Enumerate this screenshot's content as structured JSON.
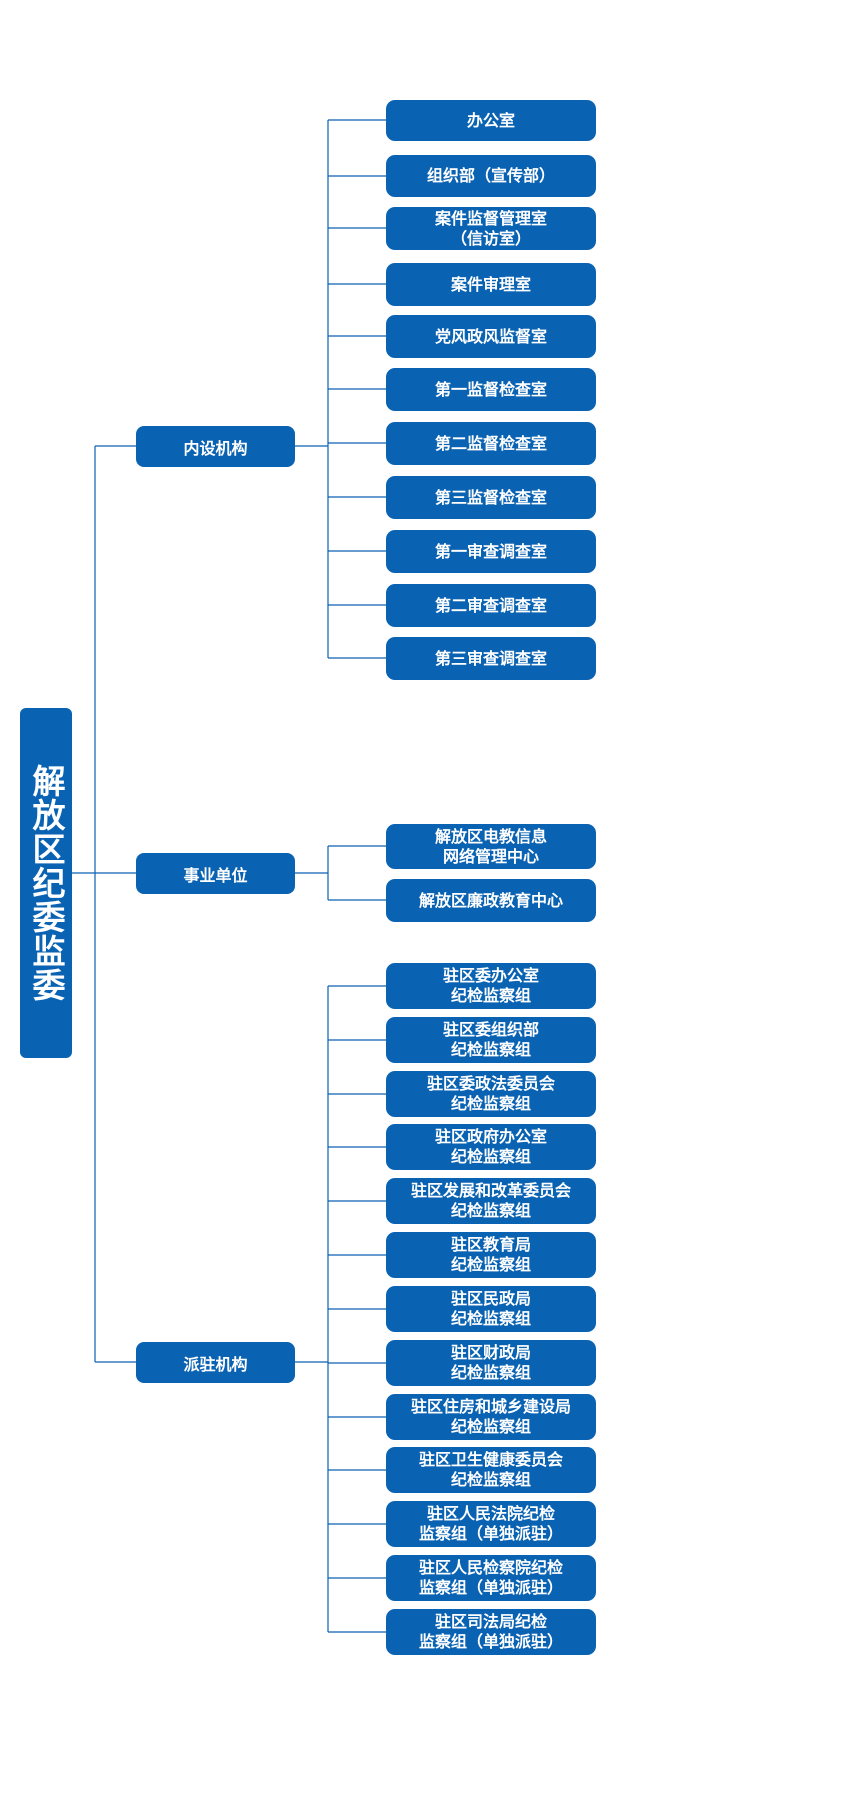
{
  "root": {
    "label": "解放区纪委监委"
  },
  "groups": [
    {
      "label": "内设机构",
      "children": [
        "办公室",
        "组织部（宣传部）",
        "案件监督管理室\n（信访室）",
        "案件审理室",
        "党风政风监督室",
        "第一监督检查室",
        "第二监督检查室",
        "第三监督检查室",
        "第一审查调查室",
        "第二审查调查室",
        "第三审查调查室"
      ]
    },
    {
      "label": "事业单位",
      "children": [
        "解放区电教信息\n网络管理中心",
        "解放区廉政教育中心"
      ]
    },
    {
      "label": "派驻机构",
      "children": [
        "驻区委办公室\n纪检监察组",
        "驻区委组织部\n纪检监察组",
        "驻区委政法委员会\n纪检监察组",
        "驻区政府办公室\n纪检监察组",
        "驻区发展和改革委员会\n纪检监察组",
        "驻区教育局\n纪检监察组",
        "驻区民政局\n纪检监察组",
        "驻区财政局\n纪检监察组",
        "驻区住房和城乡建设局\n纪检监察组",
        "驻区卫生健康委员会\n纪检监察组",
        "驻区人民法院纪检\n监察组（单独派驻）",
        "驻区人民检察院纪检\n监察组（单独派驻）",
        "驻区司法局纪检\n监察组（单独派驻）"
      ]
    }
  ],
  "colors": {
    "box": "#0a62b2",
    "line": "#0a62b2",
    "text": "#ffffff"
  }
}
